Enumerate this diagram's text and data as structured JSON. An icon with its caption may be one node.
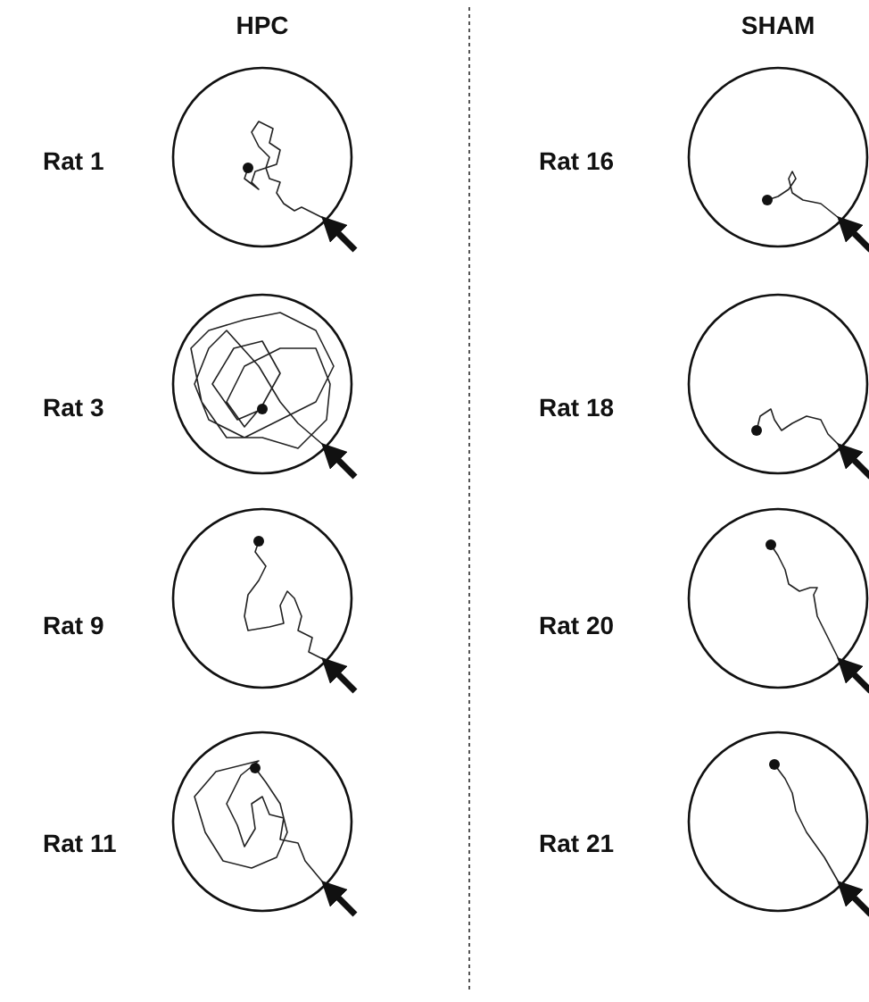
{
  "diagram": {
    "labels": [
      "HPC",
      "SHAM",
      "Rat 1",
      "Rat 16",
      "Rat 3",
      "Rat 18",
      "Rat 9",
      "Rat 20",
      "Rat 11",
      "Rat 21"
    ]
  }
}
